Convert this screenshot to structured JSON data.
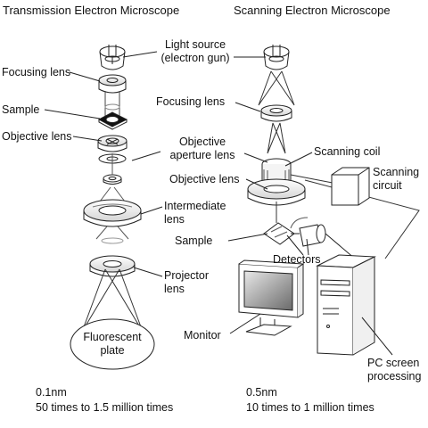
{
  "titles": {
    "tem": "Transmission Electron Microscope",
    "sem": "Scanning Electron Microscope"
  },
  "tem": {
    "focusing_lens": "Focusing lens",
    "sample": "Sample",
    "objective_lens": "Objective lens",
    "intermediate_lens_1": "Intermediate",
    "intermediate_lens_2": "lens",
    "projector_lens_1": "Projector",
    "projector_lens_2": "lens",
    "fluorescent_plate_1": "Fluorescent",
    "fluorescent_plate_2": "plate",
    "resolution": "0.1nm",
    "magnification": "50 times to 1.5 million times"
  },
  "sem": {
    "light_source_1": "Light source",
    "light_source_2": "(electron gun)",
    "focusing_lens": "Focusing lens",
    "objective_aperture_1": "Objective",
    "objective_aperture_2": "aperture lens",
    "scanning_coil": "Scanning coil",
    "objective_lens": "Objective lens",
    "scanning_circuit_1": "Scanning",
    "scanning_circuit_2": "circuit",
    "sample": "Sample",
    "detectors": "Detectors",
    "monitor": "Monitor",
    "pc_1": "PC screen",
    "pc_2": "processing",
    "resolution": "0.5nm",
    "magnification": "10 times to 1 million times"
  }
}
